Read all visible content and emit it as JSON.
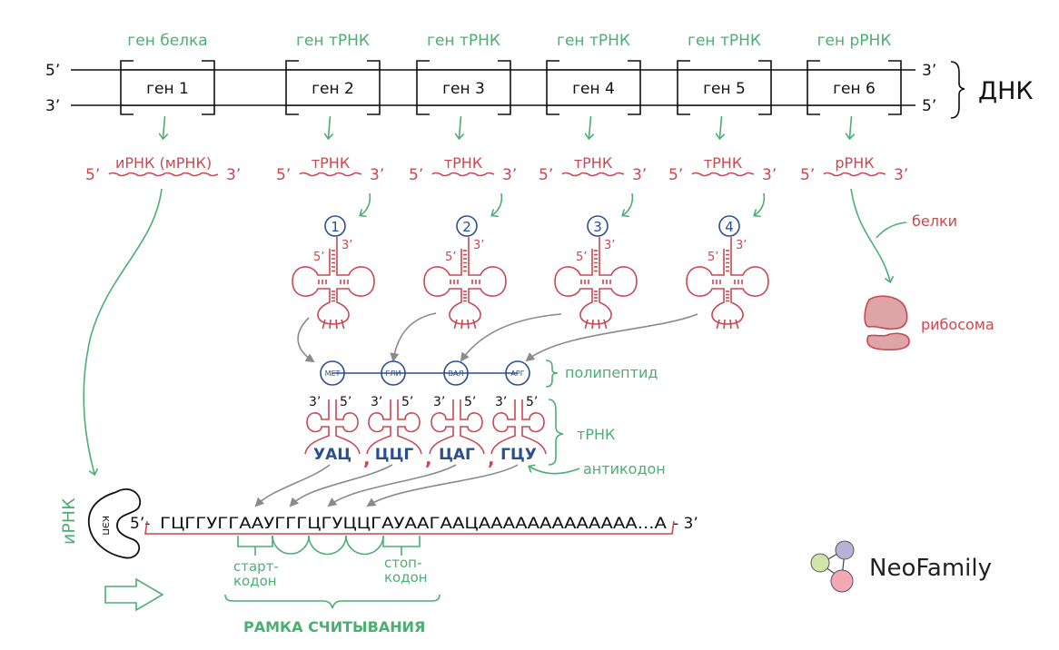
{
  "dna": {
    "label": "ДНК",
    "top_left_end": "5’",
    "bottom_left_end": "3’",
    "top_right_end": "3’",
    "bottom_right_end": "5’",
    "genes": [
      {
        "type_label": "ген белка",
        "name": "ген 1"
      },
      {
        "type_label": "ген тРНК",
        "name": "ген 2"
      },
      {
        "type_label": "ген тРНК",
        "name": "ген 3"
      },
      {
        "type_label": "ген тРНК",
        "name": "ген 4"
      },
      {
        "type_label": "ген тРНК",
        "name": "ген 5"
      },
      {
        "type_label": "ген рРНК",
        "name": "ген 6"
      }
    ]
  },
  "transcripts": [
    {
      "label": "иРНК (мРНК)",
      "five": "5’",
      "three": "3’"
    },
    {
      "label": "тРНК",
      "five": "5’",
      "three": "3’"
    },
    {
      "label": "тРНК",
      "five": "5’",
      "three": "3’"
    },
    {
      "label": "тРНК",
      "five": "5’",
      "three": "3’"
    },
    {
      "label": "тРНК",
      "five": "5’",
      "three": "3’"
    },
    {
      "label": "рРНК",
      "five": "5’",
      "three": "3’"
    }
  ],
  "trna_structures": [
    {
      "number": "1",
      "five": "5’",
      "three": "3’"
    },
    {
      "number": "2",
      "five": "5’",
      "three": "3’"
    },
    {
      "number": "3",
      "five": "5’",
      "three": "3’"
    },
    {
      "number": "4",
      "five": "5’",
      "three": "3’"
    }
  ],
  "ribosome": {
    "proteins_label": "белки",
    "label": "рибосома"
  },
  "polypeptide": {
    "label": "полипептид",
    "amino_acids": [
      "МЕТ",
      "ГЛИ",
      "ВАЛ",
      "АРГ"
    ]
  },
  "trna_row": {
    "label": "тРНК",
    "anticodon_label": "антикодон",
    "items": [
      {
        "three": "3’",
        "five": "5’",
        "anticodon": "УАЦ"
      },
      {
        "three": "3’",
        "five": "5’",
        "anticodon": "ЦЦГ"
      },
      {
        "three": "3’",
        "five": "5’",
        "anticodon": "ЦАГ"
      },
      {
        "three": "3’",
        "five": "5’",
        "anticodon": "ГЦУ"
      }
    ],
    "separator": ","
  },
  "mrna": {
    "side_label": "иРНК",
    "cap_label": "КЭП",
    "five": "5’-",
    "three": "- 3’",
    "sequence": "ГЦГГУГГААУГГГЦГУЦЦГАУААГААЦААААААААААААА...А",
    "start_label_1": "старт-",
    "start_label_2": "кодон",
    "stop_label_1": "стоп-",
    "stop_label_2": "кодон",
    "frame_label": "РАМКА СЧИТЫВАНИЯ"
  },
  "logo": {
    "text": "NeoFamily"
  },
  "colors": {
    "green": "#4caf72",
    "red": "#c94850",
    "blue": "#2a4f8f",
    "ribosome_fill": "#dea5a8",
    "logo_green": "#cfe6a8",
    "logo_purple": "#b9b0d8",
    "logo_pink": "#f4a7b4"
  }
}
